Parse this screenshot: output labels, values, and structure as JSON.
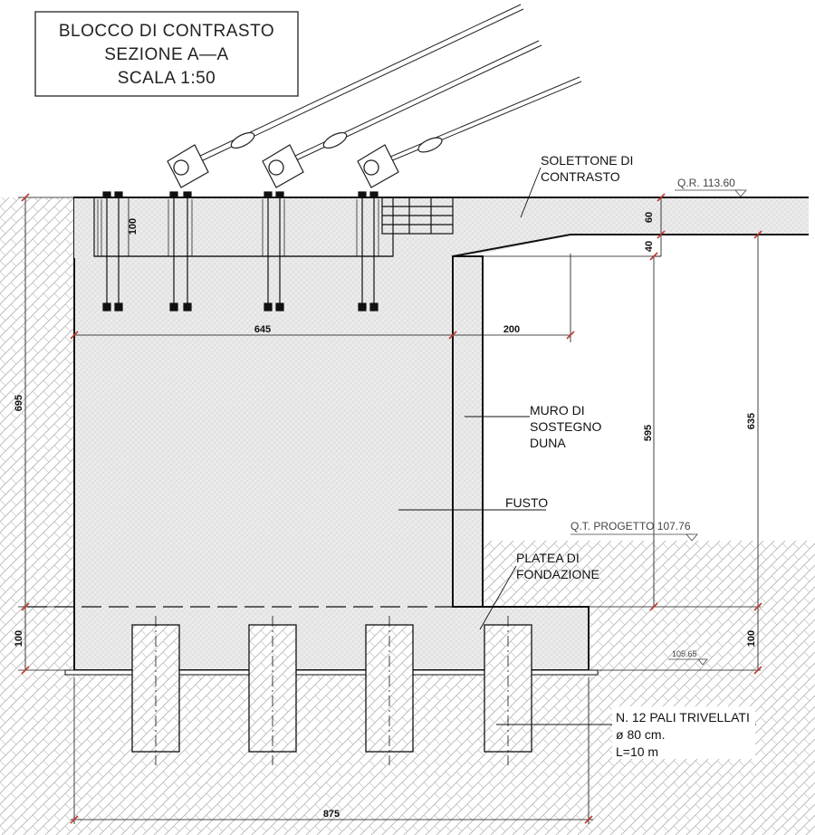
{
  "title_block": {
    "line1": "BLOCCO DI CONTRASTO",
    "line2": "SEZIONE A—A",
    "line3": "SCALA 1:50"
  },
  "labels": {
    "solettone_1": "SOLETTONE DI",
    "solettone_2": "CONTRASTO",
    "muro_1": "MURO DI",
    "muro_2": "SOSTEGNO",
    "muro_3": "DUNA",
    "fusto": "FUSTO",
    "platea_1": "PLATEA DI",
    "platea_2": "FONDAZIONE",
    "pali_1": "N. 12 PALI TRIVELLATI",
    "pali_2": "ø 80 cm.",
    "pali_3": "L=10 m"
  },
  "levels": {
    "qr": "Q.R. 113.60",
    "qt": "Q.T. PROGETTO 107.76",
    "base": "105.65"
  },
  "dimensions": {
    "d645": "645",
    "d200": "200",
    "d695": "695",
    "d100_left": "100",
    "d100_right": "100",
    "d100_anchor": "100",
    "d60": "60",
    "d40": "40",
    "d595": "595",
    "d635": "635",
    "d875": "875"
  },
  "colors": {
    "line": "#111111",
    "hatch_soil": "#b0b0b0",
    "concrete_fill": "#e6e6e6"
  }
}
